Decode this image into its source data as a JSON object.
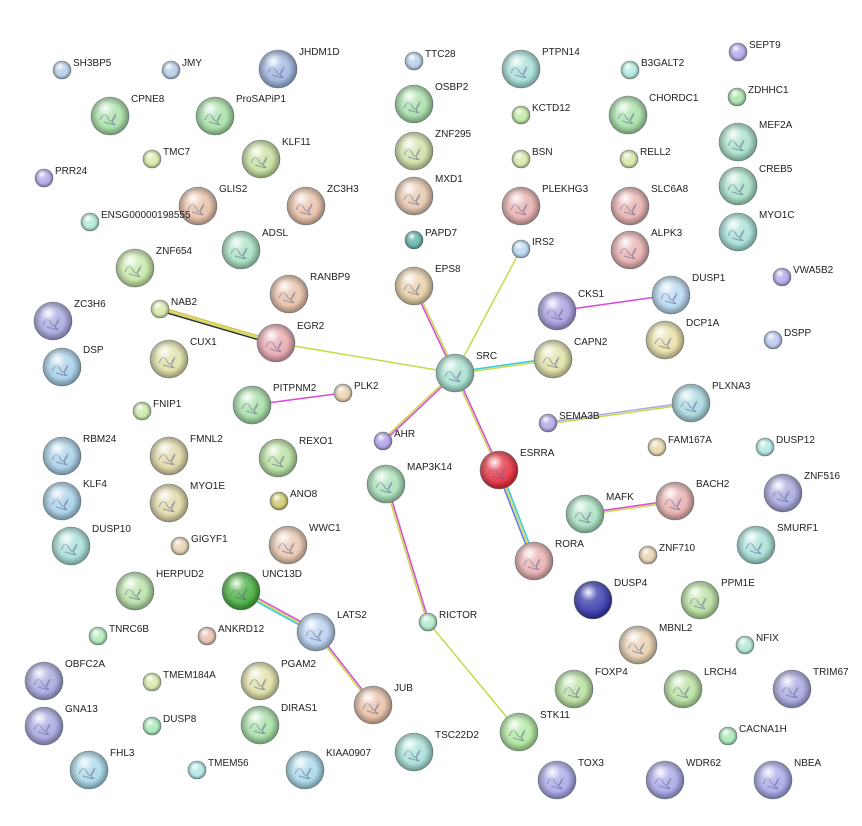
{
  "nodes": [
    {
      "id": "SH3BP5",
      "label": "SH3BP5",
      "color": "#b8cde8",
      "type": "small"
    },
    {
      "id": "JMY",
      "label": "JMY",
      "color": "#b8cde8",
      "type": "small"
    },
    {
      "id": "JHDM1D",
      "label": "JHDM1D",
      "color": "#9fb5e0",
      "type": "large"
    },
    {
      "id": "TTC28",
      "label": "TTC28",
      "color": "#b8cde8",
      "type": "small"
    },
    {
      "id": "PTPN14",
      "label": "PTPN14",
      "color": "#a8e0d8",
      "type": "large"
    },
    {
      "id": "B3GALT2",
      "label": "B3GALT2",
      "color": "#b0e8e0",
      "type": "small"
    },
    {
      "id": "SEPT9",
      "label": "SEPT9",
      "color": "#b0a8e8",
      "type": "small"
    },
    {
      "id": "CPNE8",
      "label": "CPNE8",
      "color": "#a8e0a8",
      "type": "large"
    },
    {
      "id": "ProSAPiP1",
      "label": "ProSAPiP1",
      "color": "#a8e0a8",
      "type": "large"
    },
    {
      "id": "OSBP2",
      "label": "OSBP2",
      "color": "#a8e0a8",
      "type": "large"
    },
    {
      "id": "KCTD12",
      "label": "KCTD12",
      "color": "#c0e8a0",
      "type": "small"
    },
    {
      "id": "CHORDC1",
      "label": "CHORDC1",
      "color": "#a8e0a8",
      "type": "large"
    },
    {
      "id": "ZDHHC1",
      "label": "ZDHHC1",
      "color": "#a8e0a8",
      "type": "small"
    },
    {
      "id": "MEF2A",
      "label": "MEF2A",
      "color": "#a8e0c8",
      "type": "large"
    },
    {
      "id": "TMC7",
      "label": "TMC7",
      "color": "#d8e8a8",
      "type": "small"
    },
    {
      "id": "KLF11",
      "label": "KLF11",
      "color": "#c8e0a0",
      "type": "large"
    },
    {
      "id": "ZNF295",
      "label": "ZNF295",
      "color": "#d0e0a8",
      "type": "large"
    },
    {
      "id": "BSN",
      "label": "BSN",
      "color": "#d8e8a8",
      "type": "small"
    },
    {
      "id": "RELL2",
      "label": "RELL2",
      "color": "#d8e8a8",
      "type": "small"
    },
    {
      "id": "CREB5",
      "label": "CREB5",
      "color": "#a8e0c8",
      "type": "large"
    },
    {
      "id": "PRR24",
      "label": "PRR24",
      "color": "#b0a8e8",
      "type": "small"
    },
    {
      "id": "GLIS2",
      "label": "GLIS2",
      "color": "#e8c0a8",
      "type": "large"
    },
    {
      "id": "ZC3H3",
      "label": "ZC3H3",
      "color": "#e8c0a8",
      "type": "large"
    },
    {
      "id": "MXD1",
      "label": "MXD1",
      "color": "#e8c8b0",
      "type": "large"
    },
    {
      "id": "PLEKHG3",
      "label": "PLEKHG3",
      "color": "#e8b0b0",
      "type": "large"
    },
    {
      "id": "SLC6A8",
      "label": "SLC6A8",
      "color": "#e8b0b0",
      "type": "large"
    },
    {
      "id": "MYO1C",
      "label": "MYO1C",
      "color": "#a8e0d8",
      "type": "large"
    },
    {
      "id": "ENSG00000198555",
      "label": "ENSG00000198555",
      "color": "#b0e8d8",
      "type": "small"
    },
    {
      "id": "ADSL",
      "label": "ADSL",
      "color": "#a8e0c0",
      "type": "large"
    },
    {
      "id": "PAPD7",
      "label": "PAPD7",
      "color": "#60b0a8",
      "type": "small"
    },
    {
      "id": "IRS2",
      "label": "IRS2",
      "color": "#b8d8f0",
      "type": "small"
    },
    {
      "id": "ALPK3",
      "label": "ALPK3",
      "color": "#e8b0b0",
      "type": "large"
    },
    {
      "id": "ZNF654",
      "label": "ZNF654",
      "color": "#c8e8a8",
      "type": "large"
    },
    {
      "id": "RANBP9",
      "label": "RANBP9",
      "color": "#e8c0a8",
      "type": "large"
    },
    {
      "id": "EPS8",
      "label": "EPS8",
      "color": "#e8d0a8",
      "type": "large"
    },
    {
      "id": "DUSP1",
      "label": "DUSP1",
      "color": "#b8d8f0",
      "type": "large"
    },
    {
      "id": "VWA5B2",
      "label": "VWA5B2",
      "color": "#b0a8e8",
      "type": "small"
    },
    {
      "id": "ZC3H6",
      "label": "ZC3H6",
      "color": "#a8a8e0",
      "type": "large"
    },
    {
      "id": "NAB2",
      "label": "NAB2",
      "color": "#d8e8a8",
      "type": "small"
    },
    {
      "id": "EGR2",
      "label": "EGR2",
      "color": "#e8a8b0",
      "type": "large"
    },
    {
      "id": "CKS1",
      "label": "CKS1",
      "color": "#a8a0e0",
      "type": "large"
    },
    {
      "id": "DCP1A",
      "label": "DCP1A",
      "color": "#e8e0a8",
      "type": "large"
    },
    {
      "id": "DSPP",
      "label": "DSPP",
      "color": "#b8c8f0",
      "type": "small"
    },
    {
      "id": "DSP",
      "label": "DSP",
      "color": "#a8d0e8",
      "type": "large"
    },
    {
      "id": "CUX1",
      "label": "CUX1",
      "color": "#e0e0a8",
      "type": "large"
    },
    {
      "id": "SRC",
      "label": "SRC",
      "color": "#a8e0d0",
      "type": "large"
    },
    {
      "id": "CAPN2",
      "label": "CAPN2",
      "color": "#e0e0a8",
      "type": "large"
    },
    {
      "id": "PLXNA3",
      "label": "PLXNA3",
      "color": "#a8d8e0",
      "type": "large"
    },
    {
      "id": "PITPNM2",
      "label": "PITPNM2",
      "color": "#a8e0a8",
      "type": "large"
    },
    {
      "id": "PLK2",
      "label": "PLK2",
      "color": "#e8d0b0",
      "type": "small"
    },
    {
      "id": "FNIP1",
      "label": "FNIP1",
      "color": "#c8e8a8",
      "type": "small"
    },
    {
      "id": "SEMA3B",
      "label": "SEMA3B",
      "color": "#b0a8e8",
      "type": "small"
    },
    {
      "id": "FAM167A",
      "label": "FAM167A",
      "color": "#e8d8a8",
      "type": "small"
    },
    {
      "id": "DUSP12",
      "label": "DUSP12",
      "color": "#b0e8e0",
      "type": "small"
    },
    {
      "id": "AHR",
      "label": "AHR",
      "color": "#b0a0e8",
      "type": "small"
    },
    {
      "id": "RBM24",
      "label": "RBM24",
      "color": "#a8d0e8",
      "type": "large"
    },
    {
      "id": "FMNL2",
      "label": "FMNL2",
      "color": "#e0d8a8",
      "type": "large"
    },
    {
      "id": "REXO1",
      "label": "REXO1",
      "color": "#b8e0a0",
      "type": "large"
    },
    {
      "id": "ESRRA",
      "label": "ESRRA",
      "color": "#e83040",
      "type": "large"
    },
    {
      "id": "MAP3K14",
      "label": "MAP3K14",
      "color": "#a8e0b8",
      "type": "large"
    },
    {
      "id": "ZNF516",
      "label": "ZNF516",
      "color": "#a8a8e0",
      "type": "large"
    },
    {
      "id": "KLF4",
      "label": "KLF4",
      "color": "#a8d0e8",
      "type": "large"
    },
    {
      "id": "MYO1E",
      "label": "MYO1E",
      "color": "#e0d8a8",
      "type": "large"
    },
    {
      "id": "ANO8",
      "label": "ANO8",
      "color": "#d0c870",
      "type": "small"
    },
    {
      "id": "MAFK",
      "label": "MAFK",
      "color": "#a8e0c0",
      "type": "large"
    },
    {
      "id": "BACH2",
      "label": "BACH2",
      "color": "#e8b0b0",
      "type": "large"
    },
    {
      "id": "SMURF1",
      "label": "SMURF1",
      "color": "#a8e0d8",
      "type": "large"
    },
    {
      "id": "DUSP10",
      "label": "DUSP10",
      "color": "#a8e0d8",
      "type": "large"
    },
    {
      "id": "GIGYF1",
      "label": "GIGYF1",
      "color": "#e8d0b0",
      "type": "small"
    },
    {
      "id": "WWC1",
      "label": "WWC1",
      "color": "#e8c8b0",
      "type": "large"
    },
    {
      "id": "RORA",
      "label": "RORA",
      "color": "#e8b0b0",
      "type": "large"
    },
    {
      "id": "ZNF710",
      "label": "ZNF710",
      "color": "#e8d0b0",
      "type": "small"
    },
    {
      "id": "HERPUD2",
      "label": "HERPUD2",
      "color": "#b8e0a8",
      "type": "large"
    },
    {
      "id": "UNC13D",
      "label": "UNC13D",
      "color": "#48b040",
      "type": "large"
    },
    {
      "id": "DUSP4",
      "label": "DUSP4",
      "color": "#3838b0",
      "type": "large"
    },
    {
      "id": "PPM1E",
      "label": "PPM1E",
      "color": "#b8e0a0",
      "type": "large"
    },
    {
      "id": "LATS2",
      "label": "LATS2",
      "color": "#b8d0f0",
      "type": "large"
    },
    {
      "id": "TNRC6B",
      "label": "TNRC6B",
      "color": "#b0e8b8",
      "type": "small"
    },
    {
      "id": "ANKRD12",
      "label": "ANKRD12",
      "color": "#e8c0b0",
      "type": "small"
    },
    {
      "id": "RICTOR",
      "label": "RICTOR",
      "color": "#b0e8c8",
      "type": "small"
    },
    {
      "id": "MBNL2",
      "label": "MBNL2",
      "color": "#e8d0b0",
      "type": "large"
    },
    {
      "id": "NFIX",
      "label": "NFIX",
      "color": "#b0e8d0",
      "type": "small"
    },
    {
      "id": "OBFC2A",
      "label": "OBFC2A",
      "color": "#a8a8e0",
      "type": "large"
    },
    {
      "id": "TMEM184A",
      "label": "TMEM184A",
      "color": "#d8e8a8",
      "type": "small"
    },
    {
      "id": "PGAM2",
      "label": "PGAM2",
      "color": "#e0e0a8",
      "type": "large"
    },
    {
      "id": "JUB",
      "label": "JUB",
      "color": "#e8c0a8",
      "type": "large"
    },
    {
      "id": "FOXP4",
      "label": "FOXP4",
      "color": "#b8e0a0",
      "type": "large"
    },
    {
      "id": "LRCH4",
      "label": "LRCH4",
      "color": "#b8e0a0",
      "type": "large"
    },
    {
      "id": "TRIM67",
      "label": "TRIM67",
      "color": "#a8a8e0",
      "type": "large"
    },
    {
      "id": "GNA13",
      "label": "GNA13",
      "color": "#a8a8e0",
      "type": "large"
    },
    {
      "id": "DUSP8",
      "label": "DUSP8",
      "color": "#a8e8b8",
      "type": "small"
    },
    {
      "id": "DIRAS1",
      "label": "DIRAS1",
      "color": "#a8e0a8",
      "type": "large"
    },
    {
      "id": "STK11",
      "label": "STK11",
      "color": "#b0e8a0",
      "type": "large"
    },
    {
      "id": "CACNA1H",
      "label": "CACNA1H",
      "color": "#a8e8b8",
      "type": "small"
    },
    {
      "id": "TSC22D2",
      "label": "TSC22D2",
      "color": "#a8e0d8",
      "type": "large"
    },
    {
      "id": "FHL3",
      "label": "FHL3",
      "color": "#a8d8e8",
      "type": "large"
    },
    {
      "id": "TMEM56",
      "label": "TMEM56",
      "color": "#b0e8e8",
      "type": "small"
    },
    {
      "id": "KIAA0907",
      "label": "KIAA0907",
      "color": "#a8d8e8",
      "type": "large"
    },
    {
      "id": "TOX3",
      "label": "TOX3",
      "color": "#a8a8e8",
      "type": "large"
    },
    {
      "id": "WDR62",
      "label": "WDR62",
      "color": "#a8a8e8",
      "type": "large"
    },
    {
      "id": "NBEA",
      "label": "NBEA",
      "color": "#a8a8e8",
      "type": "large"
    }
  ],
  "edges": [
    {
      "source": "SRC",
      "target": "EGR2",
      "colors": [
        "#c8d848"
      ]
    },
    {
      "source": "SRC",
      "target": "EPS8",
      "colors": [
        "#d848d8",
        "#c8d848"
      ]
    },
    {
      "source": "SRC",
      "target": "IRS2",
      "colors": [
        "#c8d848"
      ]
    },
    {
      "source": "SRC",
      "target": "CAPN2",
      "colors": [
        "#30c8e8",
        "#c8d848"
      ]
    },
    {
      "source": "SRC",
      "target": "AHR",
      "colors": [
        "#d848d8",
        "#c8d848"
      ]
    },
    {
      "source": "SRC",
      "target": "ESRRA",
      "colors": [
        "#d848d8",
        "#c8d848"
      ]
    },
    {
      "source": "EGR2",
      "target": "NAB2",
      "colors": [
        "#303030",
        "#c8d848",
        "#d8c048"
      ]
    },
    {
      "source": "CKS1",
      "target": "DUSP1",
      "colors": [
        "#d848d8"
      ]
    },
    {
      "source": "PITPNM2",
      "target": "PLK2",
      "colors": [
        "#d848d8"
      ]
    },
    {
      "source": "SEMA3B",
      "target": "PLXNA3",
      "colors": [
        "#a8a8e8",
        "#c8d848"
      ]
    },
    {
      "source": "ESRRA",
      "target": "RORA",
      "colors": [
        "#30c8e8",
        "#d8d848",
        "#5878e8"
      ]
    },
    {
      "source": "MAFK",
      "target": "BACH2",
      "colors": [
        "#d848d8",
        "#c8d848"
      ]
    },
    {
      "source": "MAP3K14",
      "target": "RICTOR",
      "colors": [
        "#d848d8",
        "#c8d848"
      ]
    },
    {
      "source": "RICTOR",
      "target": "STK11",
      "colors": [
        "#c8d848"
      ]
    },
    {
      "source": "UNC13D",
      "target": "LATS2",
      "colors": [
        "#d848d8",
        "#c8d848",
        "#30c8e8"
      ]
    },
    {
      "source": "LATS2",
      "target": "JUB",
      "colors": [
        "#d848d8",
        "#c8d848"
      ]
    }
  ]
}
